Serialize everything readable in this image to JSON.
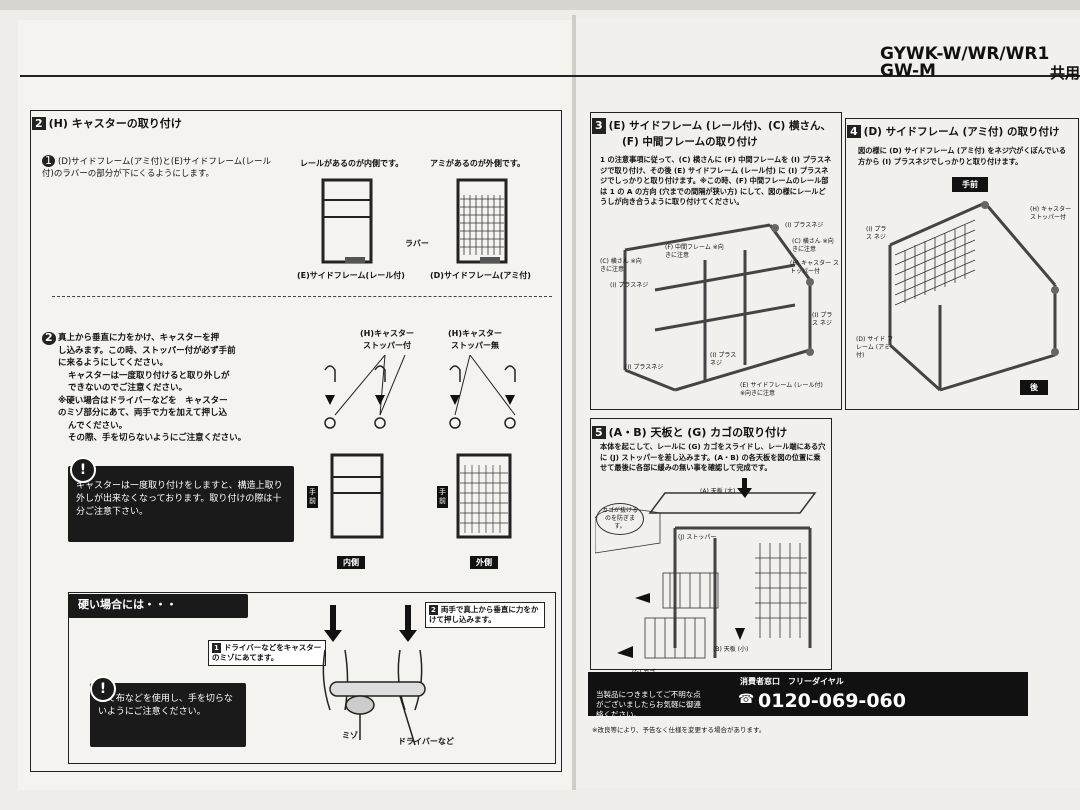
{
  "header": {
    "model_line1": "GYWK-W/WR/WR1",
    "model_line2": "GW-M",
    "common_suffix": "共用"
  },
  "step2": {
    "number": "2",
    "title": "(H) キャスターの取り付け",
    "sub1": {
      "marker": "1",
      "text": "(D)サイドフレーム(アミ付)と(E)サイドフレーム(レール付)のラバーの部分が下にくるようにします。",
      "label_rail_inside": "レールがあるのが内側です。",
      "label_mesh_outside": "アミがあるのが外側です。",
      "label_rubber": "ラバー",
      "caption_e": "(E)サイドフレーム(レール付)",
      "caption_d": "(D)サイドフレーム(アミ付)"
    },
    "sub2": {
      "marker": "2",
      "text_lines": [
        "真上から垂直に力をかけ、キャスターを押",
        "し込みます。この時、ストッパー付が必ず手前",
        "に来るようにしてください。",
        "キャスターは一度取り付けると取り外しが",
        "できないのでご注意ください。",
        "※硬い場合はドライバーなどを　キャスター",
        "のミゾ部分にあて、両手で力を加えて押し込",
        "んでください。",
        "その際、手を切らないようにご注意ください。"
      ],
      "caster_with_stopper": "(H)キャスター\nストッパー付",
      "caster_without_stopper": "(H)キャスター\nストッパー無",
      "tag_front": "手前",
      "tag_inside": "内側",
      "tag_outside": "外側"
    },
    "warning1": {
      "icon": "!",
      "text": "キャスターは一度取り付けをしますと、構造上取り外しが出来なくなっております。取り付けの際は十分ご注意下さい。"
    },
    "hard_case": {
      "title": "硬い場合には・・・",
      "step1": "ドライバーなどをキャスターのミゾにあてます。",
      "step2": "両手で真上から垂直に力をかけて押し込みます。",
      "label_groove": "ミゾ",
      "label_driver": "ドライバーなど"
    },
    "warning2": {
      "icon": "!",
      "text": "あて布などを使用し、手を切らないようにご注意ください。"
    }
  },
  "step3": {
    "number": "3",
    "title_line1": "(E) サイドフレーム (レール付)、(C) 横さん、",
    "title_line2": "(F) 中間フレームの取り付け",
    "text": "1 の注意事項に従って、(C) 横さんに (F) 中間フレームを (I) プラスネジで取り付け、その後 (E) サイドフレーム (レール付) に (I) プラスネジでしっかりと取り付けます。※この時、(F) 中間フレームのレール部は 1 の A の方向 (穴までの間隔が狭い方) にして、図の様にレールどうしが向き合うように取り付けてください。",
    "labels": [
      "(I) プラスネジ",
      "(F) 中間フレーム ※向きに注意",
      "(C) 横さん ※向きに注意",
      "(C) 横さん ※向きに注意",
      "(I) プラスネジ",
      "(H) キャスター ストッパー付",
      "(I) プラス ネジ",
      "(I) プラスネジ",
      "(I) プラス ネジ",
      "(E) サイドフレーム (レール付) ※向きに注意"
    ]
  },
  "step4": {
    "number": "4",
    "title": "(D) サイドフレーム (アミ付) の取り付け",
    "text": "図の様に (D) サイドフレーム (アミ付) をネジ穴がくぼんでいる方から (I) プラスネジでしっかりと取り付けます。",
    "tag_front": "手前",
    "tag_back": "後",
    "labels": [
      "(H) キャスター ストッパー付",
      "(I) プラス ネジ",
      "(D) サイド フレーム (アミ付)"
    ]
  },
  "step5": {
    "number": "5",
    "title": "(A・B) 天板と (G) カゴの取り付け",
    "text": "本体を起こして、レールに (G) カゴをスライドし、レール端にある穴に (J) ストッパーを差し込みます。(A・B) の各天板を図の位置に乗せて最後に各部に緩みの無い事を確認して完成です。",
    "labels": [
      "(A) 天板 (大)",
      "(J) ストッパー",
      "(B) 天板 (小)",
      "(G) カゴ",
      "カゴが抜けるのを防ぎます。"
    ]
  },
  "footer": {
    "notice": "当製品につきましてご不明な点がございましたらお気軽に御連絡ください。",
    "hotline_label": "消費者窓口　フリーダイヤル",
    "phone": "0120-069-060",
    "fine_print": "※改良等により、予告なく仕様を変更する場合があります。"
  }
}
